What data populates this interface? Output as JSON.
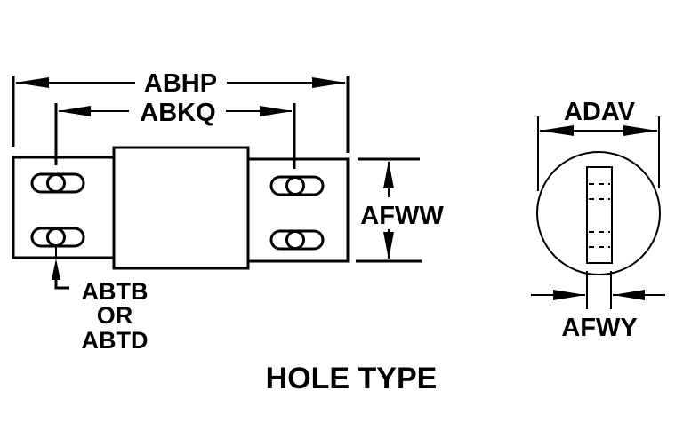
{
  "diagram": {
    "caption": "HOLE TYPE",
    "colors": {
      "line": "#000000",
      "background": "#ffffff"
    },
    "dimensions": {
      "overall_length": "ABHP",
      "hole_spacing": "ABKQ",
      "tab_width": "AFWW",
      "diameter": "ADAV",
      "terminal_thickness": "AFWY"
    },
    "hole_callout": {
      "line1": "ABTB",
      "line2": "OR",
      "line3": "ABTD"
    }
  }
}
